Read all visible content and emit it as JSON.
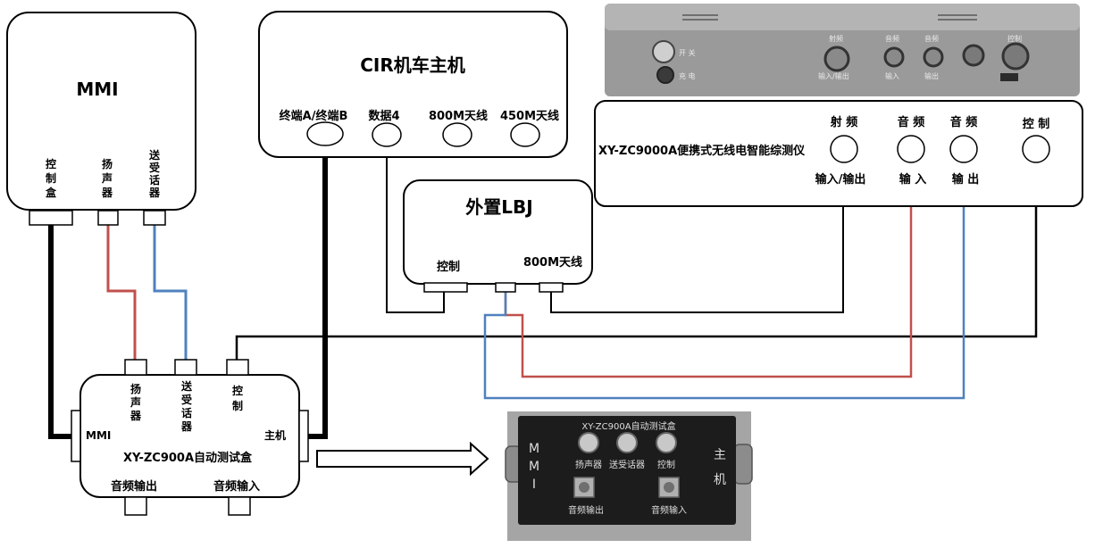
{
  "mmi": {
    "title": "MMI",
    "port_control": "控制盒",
    "port_speaker": "扬声器",
    "port_handset": "送受话器"
  },
  "cir": {
    "title": "CIR机车主机",
    "port_terminal": "终端A/终端B",
    "port_data4": "数据4",
    "port_800m": "800M天线",
    "port_450m": "450M天线"
  },
  "lbj": {
    "title": "外置LBJ",
    "port_control": "控制",
    "port_800m": "800M天线"
  },
  "tester": {
    "title": "XY-ZC9000A便携式无线电智能综测仪",
    "label_rf": "射 频",
    "label_audio1": "音 频",
    "label_audio2": "音 频",
    "label_control": "控 制",
    "label_rf_io": "输入/输出",
    "label_in": "输 入",
    "label_out": "输 出"
  },
  "testbox": {
    "title": "XY-ZC900A自动测试盒",
    "port_speaker": "扬声器",
    "port_handset": "送受话器",
    "port_control": "控制",
    "port_mmi": "MMI",
    "port_host": "主机",
    "audio_out": "音频输出",
    "audio_in": "音频输入"
  },
  "device_photo": {
    "label_rf": "射频",
    "label_rf_io": "输入/输出",
    "label_audio1": "音频",
    "label_audio2": "音频",
    "label_in": "输入",
    "label_out": "输出",
    "label_control": "控制",
    "label_switch": "开 关",
    "label_charge": "充 电"
  },
  "box_photo": {
    "title": "XY-ZC900A自动测试盒",
    "label_speaker": "扬声器",
    "label_handset": "送受话器",
    "label_control": "控制",
    "label_audio_out": "音频输出",
    "label_audio_in": "音频输入",
    "side_mmi": "MMI",
    "side_host": "主机"
  },
  "colors": {
    "wire_black": "#000000",
    "wire_red": "#c0504d",
    "wire_blue": "#4f81bd",
    "photo_gray": "#9a9a9a",
    "photo_dark": "#1c1c1c"
  }
}
